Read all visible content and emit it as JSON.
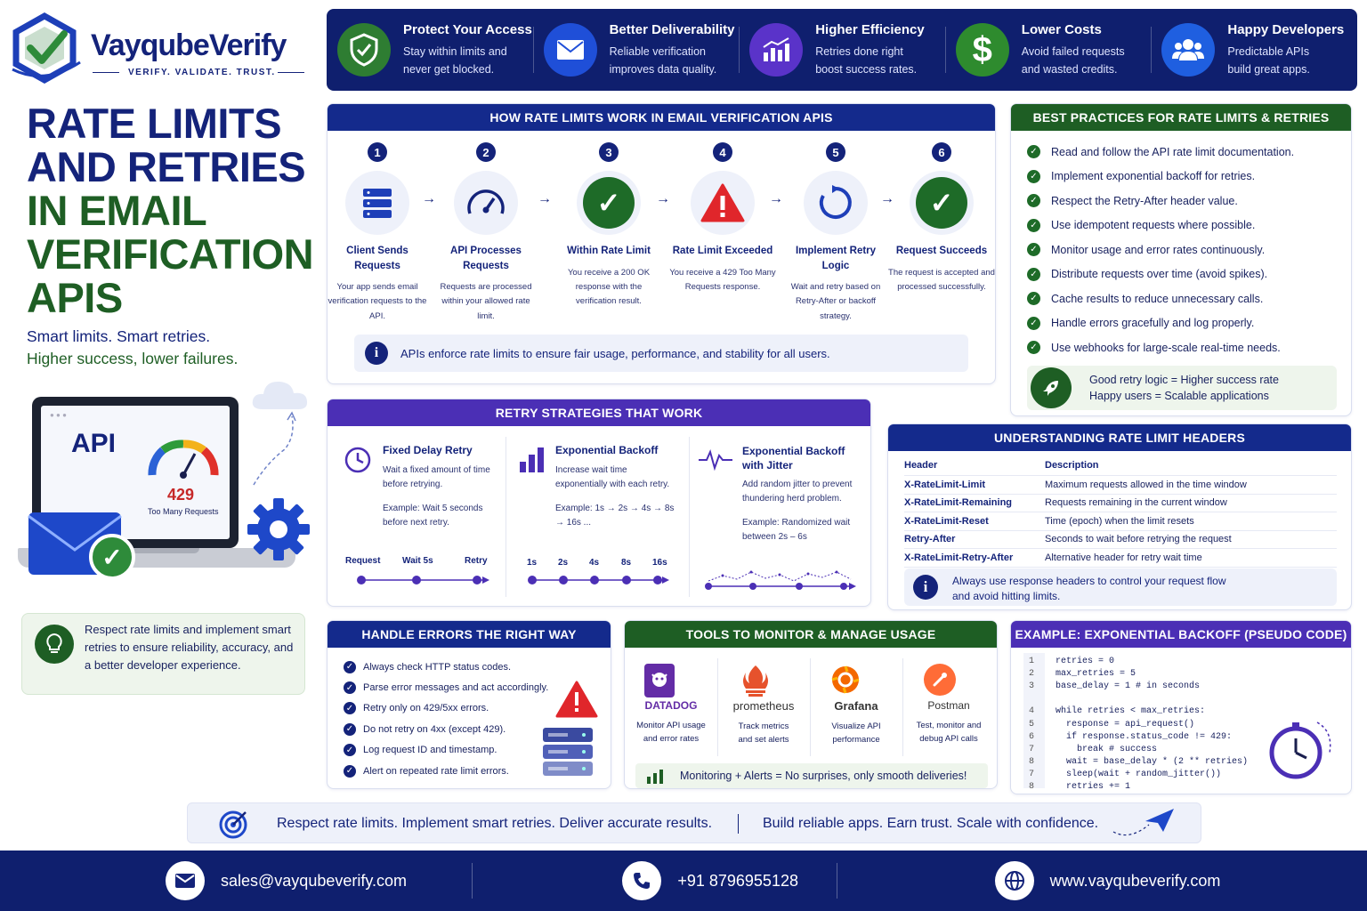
{
  "brand": {
    "name": "VayqubeVerify",
    "tagline": "VERIFY. VALIDATE. TRUST."
  },
  "hero": {
    "title_line1": "RATE LIMITS",
    "title_line2": "AND RETRIES",
    "title_line3": "IN EMAIL",
    "title_line4": "VERIFICATION",
    "title_line5": "APIS",
    "subtitle_line1": "Smart limits. Smart retries.",
    "subtitle_line2": "Higher success, lower failures."
  },
  "laptop": {
    "api_label": "API",
    "code": "429",
    "code_text": "Too Many Requests"
  },
  "tip": {
    "text": "Respect rate limits and implement smart retries to ensure reliability, accuracy, and a better developer experience."
  },
  "benefits": [
    {
      "icon": "shield-check-icon",
      "title": "Protect Your Access",
      "desc1": "Stay within limits and",
      "desc2": "never get blocked.",
      "color": "#2e7d32"
    },
    {
      "icon": "envelope-icon",
      "title": "Better Deliverability",
      "desc1": "Reliable verification",
      "desc2": "improves data quality.",
      "color": "#1f4fd8"
    },
    {
      "icon": "chart-up-icon",
      "title": "Higher Efficiency",
      "desc1": "Retries done right",
      "desc2": "boost success rates.",
      "color": "#5a33c9"
    },
    {
      "icon": "dollar-icon",
      "title": "Lower Costs",
      "desc1": "Avoid failed requests",
      "desc2": "and wasted credits.",
      "color": "#2e8b2e"
    },
    {
      "icon": "users-icon",
      "title": "Happy Developers",
      "desc1": "Predictable APIs",
      "desc2": "build great apps.",
      "color": "#1f5fe0"
    }
  ],
  "how": {
    "title": "HOW RATE LIMITS WORK IN EMAIL VERIFICATION APIS",
    "steps": [
      {
        "num": "1",
        "title": "Client Sends Requests",
        "desc": "Your app sends email verification requests to the API."
      },
      {
        "num": "2",
        "title": "API Processes Requests",
        "desc": "Requests are processed within your allowed rate limit."
      },
      {
        "num": "3",
        "title": "Within Rate Limit",
        "desc": "You receive a 200 OK response with the verification result."
      },
      {
        "num": "4",
        "title": "Rate Limit Exceeded",
        "desc": "You receive a 429 Too Many Requests response."
      },
      {
        "num": "5",
        "title": "Implement Retry Logic",
        "desc": "Wait and retry based on Retry-After or backoff strategy."
      },
      {
        "num": "6",
        "title": "Request Succeeds",
        "desc": "The request is accepted and processed successfully."
      }
    ],
    "note": "APIs enforce rate limits to ensure fair usage, performance, and stability for all users."
  },
  "best": {
    "title": "BEST PRACTICES FOR RATE LIMITS & RETRIES",
    "items": [
      "Read and follow the API rate limit documentation.",
      "Implement exponential backoff for retries.",
      "Respect the Retry-After header value.",
      "Use idempotent requests where possible.",
      "Monitor usage and error rates continuously.",
      "Distribute requests over time (avoid spikes).",
      "Cache results to reduce unnecessary calls.",
      "Handle errors gracefully and log properly.",
      "Use webhooks for large-scale real-time needs."
    ],
    "callout_line1": "Good retry logic = Higher success rate",
    "callout_line2": "Happy users = Scalable applications"
  },
  "retry": {
    "title": "RETRY STRATEGIES THAT WORK",
    "strategies": [
      {
        "title": "Fixed Delay Retry",
        "desc": "Wait a fixed amount of time before retrying.",
        "example": "Example: Wait 5 seconds before next retry.",
        "timeline": [
          "Request",
          "Wait 5s",
          "Retry"
        ]
      },
      {
        "title": "Exponential Backoff",
        "desc": "Increase wait time exponentially with each retry.",
        "example": "Example: 1s → 2s → 4s → 8s → 16s ...",
        "timeline": [
          "1s",
          "2s",
          "4s",
          "8s",
          "16s"
        ]
      },
      {
        "title": "Exponential Backoff with Jitter",
        "desc": "Add random jitter to prevent thundering herd problem.",
        "example": "Example: Randomized wait between 2s – 6s",
        "timeline": []
      }
    ]
  },
  "headers": {
    "title": "UNDERSTANDING RATE LIMIT HEADERS",
    "col_header": "Header",
    "col_desc": "Description",
    "rows": [
      {
        "h": "X-RateLimit-Limit",
        "d": "Maximum requests allowed in the time window"
      },
      {
        "h": "X-RateLimit-Remaining",
        "d": "Requests remaining in the current window"
      },
      {
        "h": "X-RateLimit-Reset",
        "d": "Time (epoch) when the limit resets"
      },
      {
        "h": "Retry-After",
        "d": "Seconds to wait before retrying the request"
      },
      {
        "h": "X-RateLimit-Retry-After",
        "d": "Alternative header for retry wait time"
      }
    ],
    "note_line1": "Always use response headers to control your request flow",
    "note_line2": "and avoid hitting limits."
  },
  "errors": {
    "title": "HANDLE ERRORS THE RIGHT WAY",
    "items": [
      "Always check HTTP status codes.",
      "Parse error messages and act accordingly.",
      "Retry only on 429/5xx errors.",
      "Do not retry on 4xx (except 429).",
      "Log request ID and timestamp.",
      "Alert on repeated rate limit errors."
    ]
  },
  "tools": {
    "title": "TOOLS TO MONITOR & MANAGE USAGE",
    "items": [
      {
        "name": "DATADOG",
        "desc1": "Monitor API usage",
        "desc2": "and error rates",
        "icon": "datadog-icon"
      },
      {
        "name": "prometheus",
        "desc1": "Track metrics",
        "desc2": "and set alerts",
        "icon": "prometheus-icon"
      },
      {
        "name": "Grafana",
        "desc1": "Visualize API",
        "desc2": "performance",
        "icon": "grafana-icon"
      },
      {
        "name": "Postman",
        "desc1": "Test, monitor and",
        "desc2": "debug API calls",
        "icon": "postman-icon"
      }
    ],
    "banner": "Monitoring + Alerts = No surprises, only smooth deliveries!"
  },
  "code": {
    "title": "EXAMPLE: EXPONENTIAL BACKOFF (PSEUDO CODE)",
    "lines": [
      {
        "n": "1",
        "t": "retries = 0"
      },
      {
        "n": "2",
        "t": "max_retries = 5"
      },
      {
        "n": "3",
        "t": "base_delay = 1 # in seconds"
      },
      {
        "n": "",
        "t": ""
      },
      {
        "n": "4",
        "t": "while retries < max_retries:"
      },
      {
        "n": "5",
        "t": "  response = api_request()"
      },
      {
        "n": "6",
        "t": "  if response.status_code != 429:"
      },
      {
        "n": "7",
        "t": "    break # success"
      },
      {
        "n": "8",
        "t": "  wait = base_delay * (2 ** retries)"
      },
      {
        "n": "7",
        "t": "  sleep(wait + random_jitter())"
      },
      {
        "n": "8",
        "t": "  retries += 1"
      }
    ]
  },
  "slogan": {
    "left": "Respect rate limits. Implement smart retries. Deliver accurate results.",
    "right": "Build reliable apps. Earn trust. Scale with confidence."
  },
  "footer": {
    "email": "sales@vayqubeverify.com",
    "phone": "+91 8796955128",
    "website": "www.vayqubeverify.com"
  }
}
